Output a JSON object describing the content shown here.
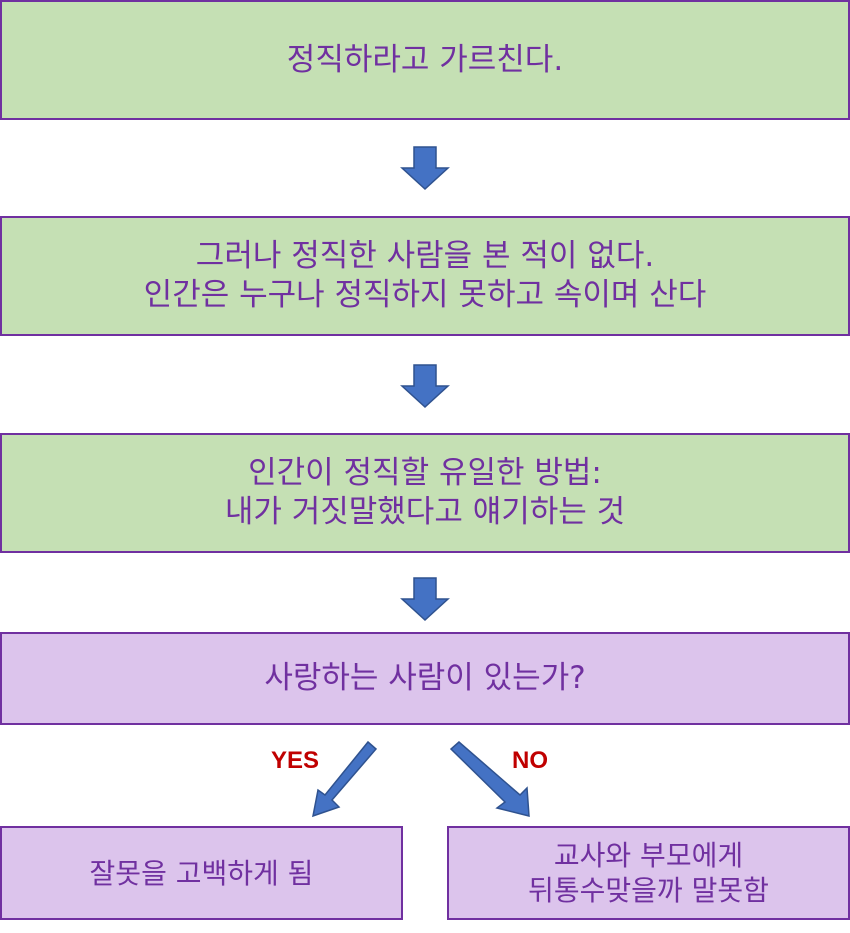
{
  "steps": [
    {
      "lines": [
        "정직하라고 가르친다."
      ]
    },
    {
      "lines": [
        "그러나 정직한 사람을 본 적이 없다.",
        "인간은 누구나 정직하지 못하고 속이며 산다"
      ]
    },
    {
      "lines": [
        "인간이 정직할 유일한 방법:",
        "내가 거짓말했다고 얘기하는 것"
      ]
    },
    {
      "lines": [
        "사랑하는 사람이 있는가?"
      ]
    }
  ],
  "branches": {
    "yes": {
      "label": "YES",
      "lines": [
        "잘못을 고백하게 됨"
      ]
    },
    "no": {
      "label": "NO",
      "lines": [
        "교사와 부모에게",
        "뒤통수맞을까 말못함"
      ]
    }
  },
  "colors": {
    "green": "#c5e0b4",
    "purple": "#dcc4ec",
    "border": "#7030a0",
    "arrow": "#4472c4",
    "label": "#c00000"
  }
}
